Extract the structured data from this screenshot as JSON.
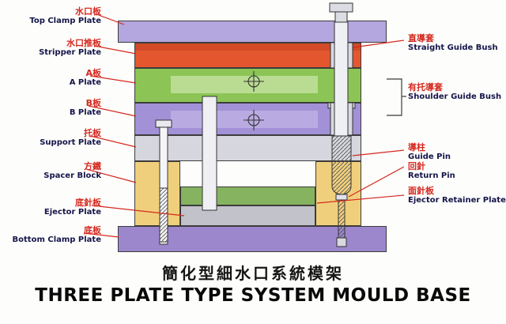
{
  "title": {
    "chinese": "簡化型細水口系統模架",
    "english": "THREE PLATE TYPE SYSTEM MOULD BASE"
  },
  "labels": {
    "left": [
      {
        "cn": "水口板",
        "en": "Top Clamp Plate"
      },
      {
        "cn": "水口推板",
        "en": "Stripper Plate"
      },
      {
        "cn": "A板",
        "en": "A Plate"
      },
      {
        "cn": "B板",
        "en": "B Plate"
      },
      {
        "cn": "托板",
        "en": "Support Plate"
      },
      {
        "cn": "方鐵",
        "en": "Spacer Block"
      },
      {
        "cn": "底針板",
        "en": "Ejector Plate"
      },
      {
        "cn": "底板",
        "en": "Bottom Clamp Plate"
      }
    ],
    "right": [
      {
        "cn": "直導套",
        "en": "Straight Guide Bush"
      },
      {
        "cn": "有托導套",
        "en": "Shoulder Guide Bush"
      },
      {
        "cn": "導柱",
        "en": "Guide Pin"
      },
      {
        "cn": "回針",
        "en": "Return Pin"
      },
      {
        "cn": "面針板",
        "en": "Ejector Retainer Plate"
      }
    ]
  },
  "colors": {
    "leader_line": "#d5281e",
    "label_chinese": "#d5281e",
    "label_english": "#15154a",
    "title_text": "#111111",
    "top_clamp_plate": "#b4a6de",
    "stripper_plate": "#e4572e",
    "stripper_plate_dark": "#d24a26",
    "a_plate": "#8cc455",
    "a_plate_light": "#b9dc92",
    "b_plate": "#a291d6",
    "b_plate_light": "#b9abe2",
    "support_plate": "#d6d6de",
    "spacer_block": "#f0cf7c",
    "ejector_retainer_plate": "#85b35f",
    "ejector_plate": "#c2c2ca",
    "bottom_clamp_plate": "#9c86cc",
    "pin_fill": "#eef0f4"
  }
}
